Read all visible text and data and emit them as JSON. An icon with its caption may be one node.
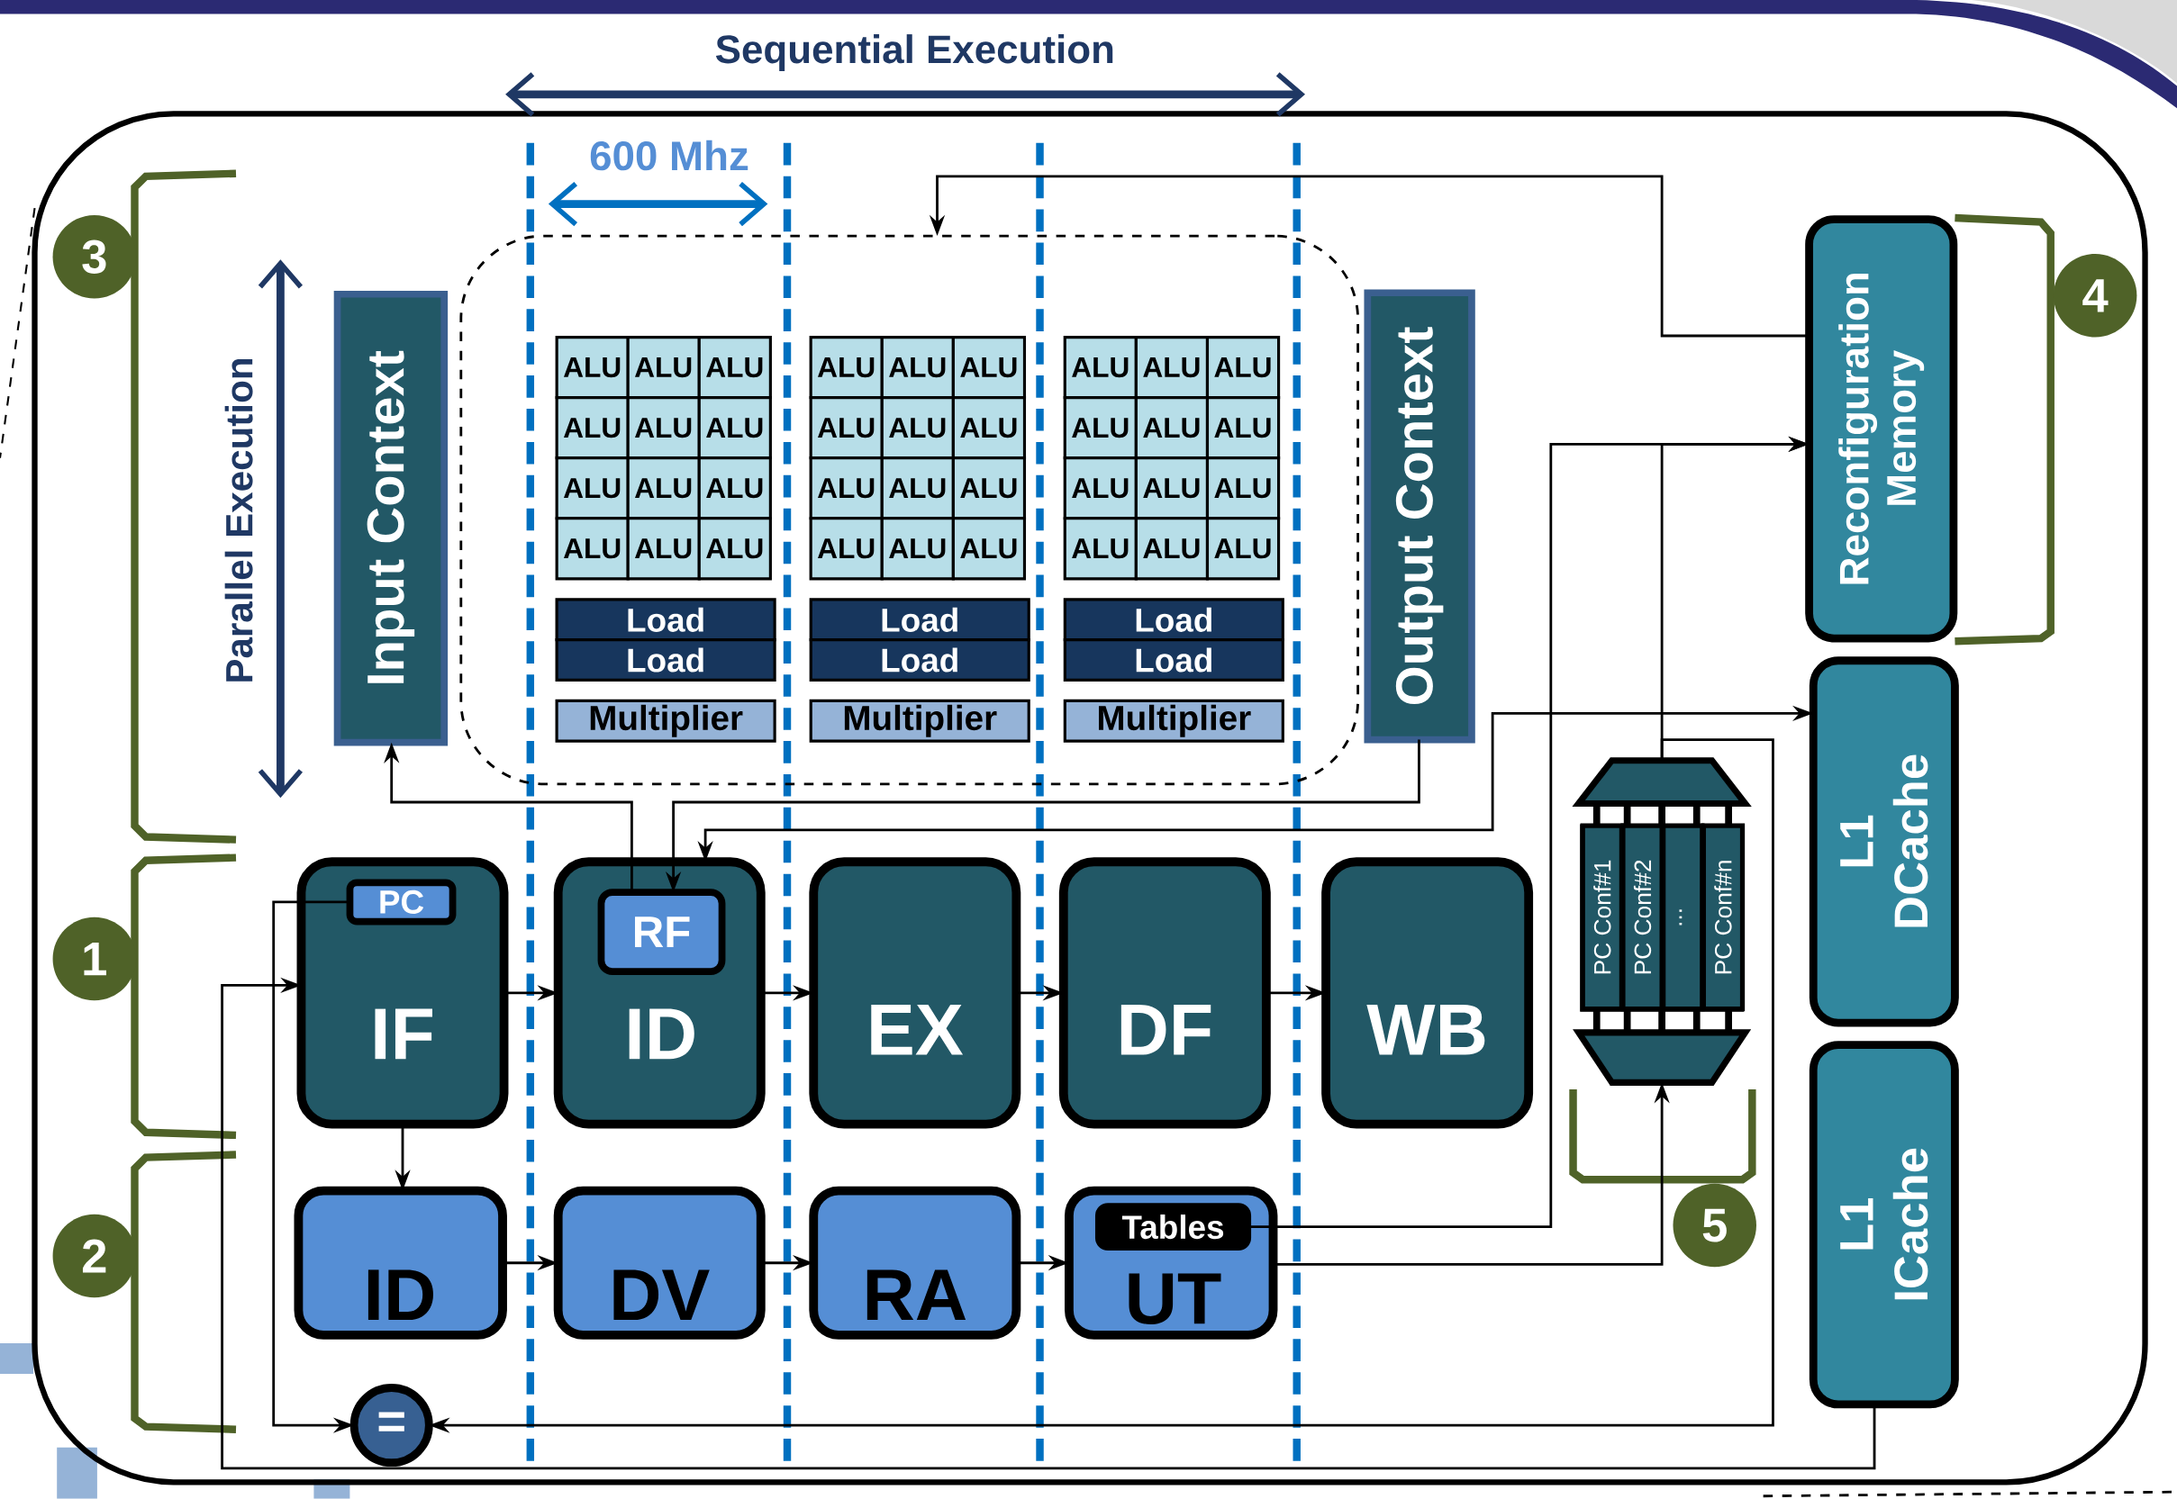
{
  "diagram": {
    "nodes": [
      {
        "text": [
          "Input Context"
        ]
      },
      {
        "text": [],
        "shape": "box"
      },
      {
        "text": [
          "ALU"
        ],
        "in": 1
      },
      {
        "text": [
          "ALU"
        ],
        "in": 1
      },
      {
        "text": [
          "ALU"
        ],
        "in": 1
      },
      {
        "text": [
          "ALU"
        ],
        "in": 1
      },
      {
        "text": [
          "ALU"
        ],
        "in": 1
      },
      {
        "text": [
          "ALU"
        ],
        "in": 1
      },
      {
        "text": [
          "ALU"
        ],
        "in": 1
      },
      {
        "text": [
          "ALU"
        ],
        "in": 1
      },
      {
        "text": [
          "ALU"
        ],
        "in": 1
      },
      {
        "text": [
          "ALU"
        ],
        "in": 1
      },
      {
        "text": [
          "ALU"
        ],
        "in": 1
      },
      {
        "text": [
          "ALU"
        ],
        "in": 1
      },
      {
        "text": [
          "ALU"
        ],
        "in": 1
      },
      {
        "text": [
          "ALU"
        ],
        "in": 1
      },
      {
        "text": [
          "ALU"
        ],
        "in": 1
      },
      {
        "text": [
          "ALU"
        ],
        "in": 1
      },
      {
        "text": [
          "ALU"
        ],
        "in": 1
      },
      {
        "text": [
          "ALU"
        ],
        "in": 1
      },
      {
        "text": [
          "ALU"
        ],
        "in": 1
      },
      {
        "text": [
          "ALU"
        ],
        "in": 1
      },
      {
        "text": [
          "ALU"
        ],
        "in": 1
      },
      {
        "text": [
          "ALU"
        ],
        "in": 1
      },
      {
        "text": [
          "ALU"
        ],
        "in": 1
      },
      {
        "text": [
          "ALU"
        ],
        "in": 1
      },
      {
        "text": [
          "ALU"
        ],
        "in": 1
      },
      {
        "text": [
          "ALU"
        ],
        "in": 1
      },
      {
        "text": [
          "ALU"
        ],
        "in": 1
      },
      {
        "text": [
          "ALU"
        ],
        "in": 1
      },
      {
        "text": [
          "ALU"
        ],
        "in": 1
      },
      {
        "text": [
          "ALU"
        ],
        "in": 1
      },
      {
        "text": [
          "ALU"
        ],
        "in": 1
      },
      {
        "text": [
          "ALU"
        ],
        "in": 1
      },
      {
        "text": [
          "ALU"
        ],
        "in": 1
      },
      {
        "text": [
          "ALU"
        ],
        "in": 1
      },
      {
        "text": [
          "ALU"
        ],
        "in": 1
      },
      {
        "text": [
          "ALU"
        ],
        "in": 1
      },
      {
        "text": [
          "Load"
        ],
        "in": 1
      },
      {
        "text": [
          "Load"
        ],
        "in": 1
      },
      {
        "text": [
          "Load"
        ],
        "in": 1
      },
      {
        "text": [
          "Load"
        ],
        "in": 1
      },
      {
        "text": [
          "Load"
        ],
        "in": 1
      },
      {
        "text": [
          "Load"
        ],
        "in": 1
      },
      {
        "text": [
          "Multiplier"
        ],
        "in": 1
      },
      {
        "text": [
          "Multiplier"
        ],
        "in": 1
      },
      {
        "text": [
          "Multiplier"
        ],
        "in": 1
      },
      {
        "text": [
          "Output Context"
        ]
      },
      {
        "text": [
          "Reconfiguration Memory"
        ]
      },
      {
        "text": [
          "L1 DCache"
        ]
      },
      {
        "text": [
          "L1 ICache"
        ]
      },
      {
        "text": [
          "IF"
        ]
      },
      {
        "text": [
          "PC"
        ],
        "in": 51
      },
      {
        "text": [
          "ID"
        ]
      },
      {
        "text": [
          "RF"
        ],
        "in": 53
      },
      {
        "text": [
          "EX"
        ]
      },
      {
        "text": [
          "DF"
        ]
      },
      {
        "text": [
          "WB"
        ]
      },
      {
        "text": [
          "ID"
        ]
      },
      {
        "text": [
          "DV"
        ]
      },
      {
        "text": [
          "RA"
        ]
      },
      {
        "text": [
          "UT"
        ]
      },
      {
        "text": [
          "Tables"
        ],
        "in": 61
      },
      {
        "text": [
          "="
        ]
      },
      {
        "text": [],
        "shape": "box"
      },
      {
        "text": [
          "PC Conf#1"
        ],
        "in": 64
      },
      {
        "text": [
          "PC Conf#2"
        ],
        "in": 64
      },
      {
        "text": [
          "..."
        ],
        "in": 64
      },
      {
        "text": [
          "PC Conf#n"
        ],
        "in": 64
      },
      {
        "text": [
          "3"
        ]
      },
      {
        "text": [
          "4"
        ]
      },
      {
        "text": [
          "1"
        ]
      },
      {
        "text": [
          "5"
        ]
      },
      {
        "text": [
          "2"
        ]
      },
      {
        "text": [],
        "shape": "trapezoid"
      },
      {
        "text": [],
        "shape": "trapezoid"
      }
    ],
    "edges": [
      {
        "from": 48,
        "to": 1,
        "arrow": "to"
      },
      {
        "from": 47,
        "to": 54,
        "arrow": "to"
      },
      {
        "from": 54,
        "to": 0,
        "arrow": "to"
      },
      {
        "from": 53,
        "to": 49,
        "arrow": "both"
      },
      {
        "from": 52,
        "to": 63,
        "arrow": "to"
      },
      {
        "from": 51,
        "to": 53,
        "arrow": "to"
      },
      {
        "from": 53,
        "to": 55,
        "arrow": "to"
      },
      {
        "from": 55,
        "to": 56,
        "arrow": "to"
      },
      {
        "from": 56,
        "to": 57,
        "arrow": "to"
      },
      {
        "from": 51,
        "to": 58,
        "arrow": "to"
      },
      {
        "from": 58,
        "to": 59,
        "arrow": "to"
      },
      {
        "from": 59,
        "to": 60,
        "arrow": "to"
      },
      {
        "from": 60,
        "to": 61,
        "arrow": "to"
      },
      {
        "from": 62,
        "to": 48,
        "arrow": "to"
      },
      {
        "from": 61,
        "to": 75,
        "arrow": "to"
      },
      {
        "from": 74,
        "to": 48,
        "arrow": "to"
      },
      {
        "from": 74,
        "to": 63,
        "arrow": "to"
      },
      {
        "from": 50,
        "to": 51,
        "arrow": "to"
      }
    ],
    "labels": [
      "Sequential Execution",
      "600 Mhz",
      "Parallel Execution"
    ]
  }
}
